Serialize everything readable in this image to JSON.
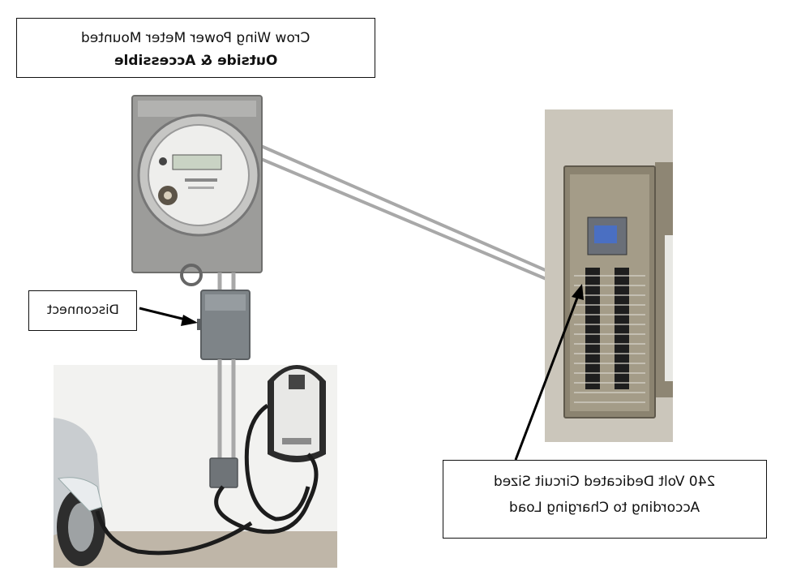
{
  "callouts": {
    "meter_line1": "Crow Wing Power Meter Mounted",
    "meter_line2": "Outside & Accessible",
    "disconnect": "Disconnect",
    "circuit_line1": "240 Volt Dedicated Circuit Sized",
    "circuit_line2": "According to Charging Load"
  },
  "note": "All callout text in the original image is rendered mirrored (horizontally flipped).",
  "colors": {
    "wire": "#a8a8a8",
    "panel": "#8a8270",
    "meter_box": "#9a9a98",
    "charger_body": "#e8e8e6",
    "cable": "#1c1c1c"
  }
}
